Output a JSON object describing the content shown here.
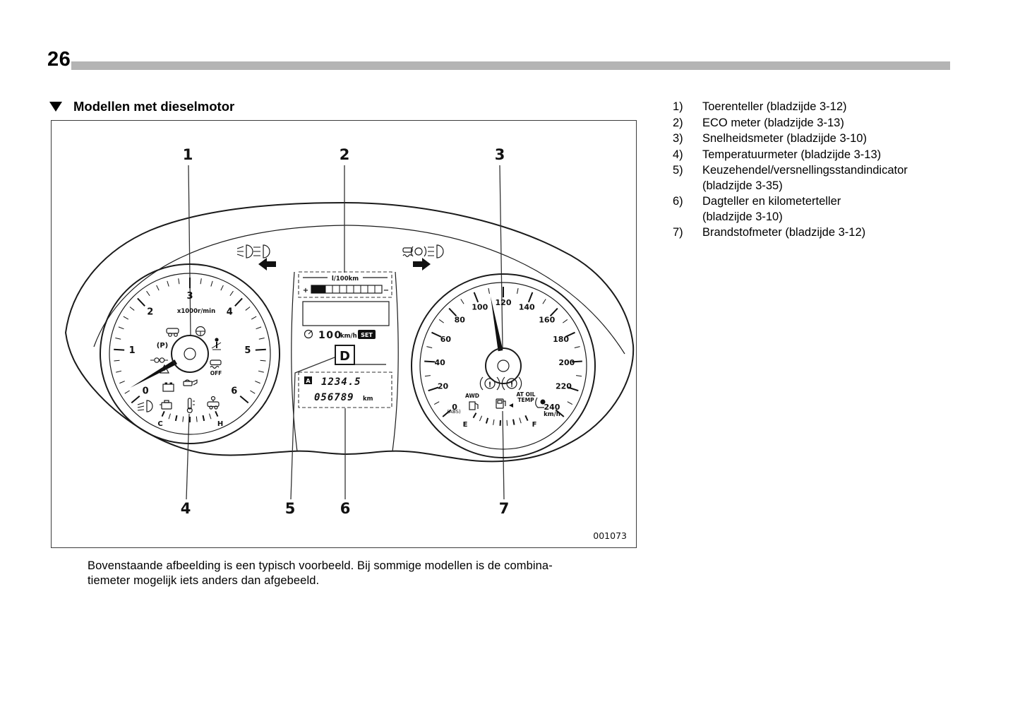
{
  "page": {
    "number": "26"
  },
  "section": {
    "title": "Modellen met dieselmotor"
  },
  "figure": {
    "code": "001073",
    "callouts": {
      "c1": "1",
      "c2": "2",
      "c3": "3",
      "c4": "4",
      "c5": "5",
      "c6": "6",
      "c7": "7"
    },
    "tachometer": {
      "labels": [
        "0",
        "1",
        "2",
        "3",
        "4",
        "5",
        "6"
      ],
      "unit": "x1000r/min",
      "needle_frac": 0.04,
      "temp_low": "C",
      "temp_high": "H"
    },
    "speedometer": {
      "labels": [
        "0",
        "20",
        "40",
        "60",
        "80",
        "100",
        "120",
        "140",
        "160",
        "180",
        "200",
        "220",
        "240"
      ],
      "unit": "km/h",
      "needle_frac": 0.46,
      "fuel_low": "E",
      "fuel_high": "F"
    },
    "indicators": {
      "parking": "(P)",
      "vdc_off": "OFF",
      "awd": "AWD",
      "abs": "(ABS)",
      "at_oil_temp_1": "AT OIL",
      "at_oil_temp_2": "TEMP",
      "brake_mark": "!"
    },
    "display": {
      "eco_unit": "l/100km",
      "plus": "+",
      "minus": "−",
      "cruise_speed": "100",
      "cruise_unit": "km/h",
      "set_label": "SET",
      "gear": "D",
      "trip_label": "A",
      "trip_value": "1234.5",
      "odo_value": "056789",
      "odo_unit": "km"
    }
  },
  "caption": {
    "lines": [
      "Bovenstaande afbeelding is een typisch voorbeeld. Bij sommige modellen is de combina-",
      "tiemeter mogelijk iets anders dan afgebeeld."
    ]
  },
  "legend": {
    "items": [
      {
        "num": "1)",
        "lines": [
          "Toerenteller (bladzijde 3-12)"
        ]
      },
      {
        "num": "2)",
        "lines": [
          "ECO meter (bladzijde 3-13)"
        ]
      },
      {
        "num": "3)",
        "lines": [
          "Snelheidsmeter (bladzijde 3-10)"
        ]
      },
      {
        "num": "4)",
        "lines": [
          "Temperatuurmeter (bladzijde 3-13)"
        ]
      },
      {
        "num": "5)",
        "lines": [
          "Keuzehendel/versnellingsstandindicator",
          "(bladzijde 3-35)"
        ]
      },
      {
        "num": "6)",
        "lines": [
          "Dagteller en kilometerteller",
          "(bladzijde 3-10)"
        ]
      },
      {
        "num": "7)",
        "lines": [
          "Brandstofmeter (bladzijde 3-12)"
        ]
      }
    ]
  }
}
